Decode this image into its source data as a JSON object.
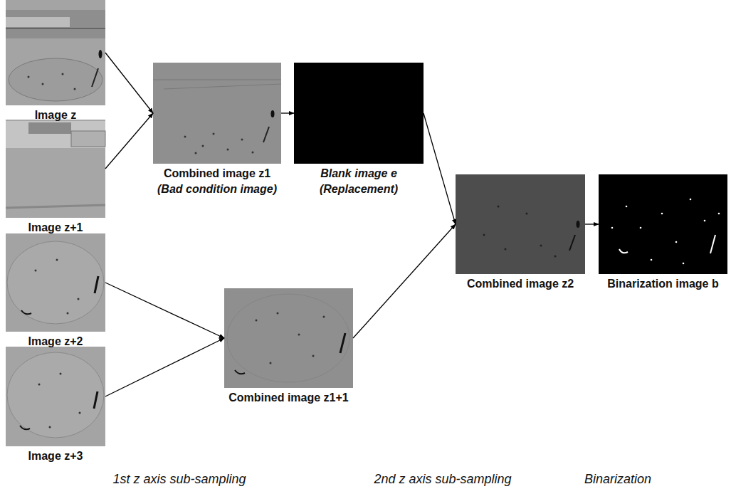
{
  "diagram": {
    "nodes": [
      {
        "text": [
          "Image z"
        ]
      },
      {
        "text": [
          "Image z+1"
        ]
      },
      {
        "text": [
          "Image z+2"
        ]
      },
      {
        "text": [
          "Image z+3"
        ]
      },
      {
        "text": [
          "Combined image z1",
          "(Bad condition image)"
        ]
      },
      {
        "text": [
          "Blank image e",
          "(Replacement)"
        ]
      },
      {
        "text": [
          "Combined image z1+1"
        ]
      },
      {
        "text": [
          "Combined image z2"
        ]
      },
      {
        "text": [
          "Binarization image b"
        ]
      }
    ],
    "edges": [
      {
        "from": 0,
        "to": 4,
        "arrow": "to"
      },
      {
        "from": 1,
        "to": 4,
        "arrow": "to"
      },
      {
        "from": 4,
        "to": 5,
        "arrow": "to"
      },
      {
        "from": 2,
        "to": 6,
        "arrow": "to"
      },
      {
        "from": 3,
        "to": 6,
        "arrow": "to"
      },
      {
        "from": 5,
        "to": 7,
        "arrow": "to"
      },
      {
        "from": 6,
        "to": 7,
        "arrow": "to"
      },
      {
        "from": 7,
        "to": 8,
        "arrow": "to"
      }
    ],
    "labels": [
      "1st z axis sub-sampling",
      "2nd z axis sub-sampling",
      "Binarization"
    ]
  }
}
